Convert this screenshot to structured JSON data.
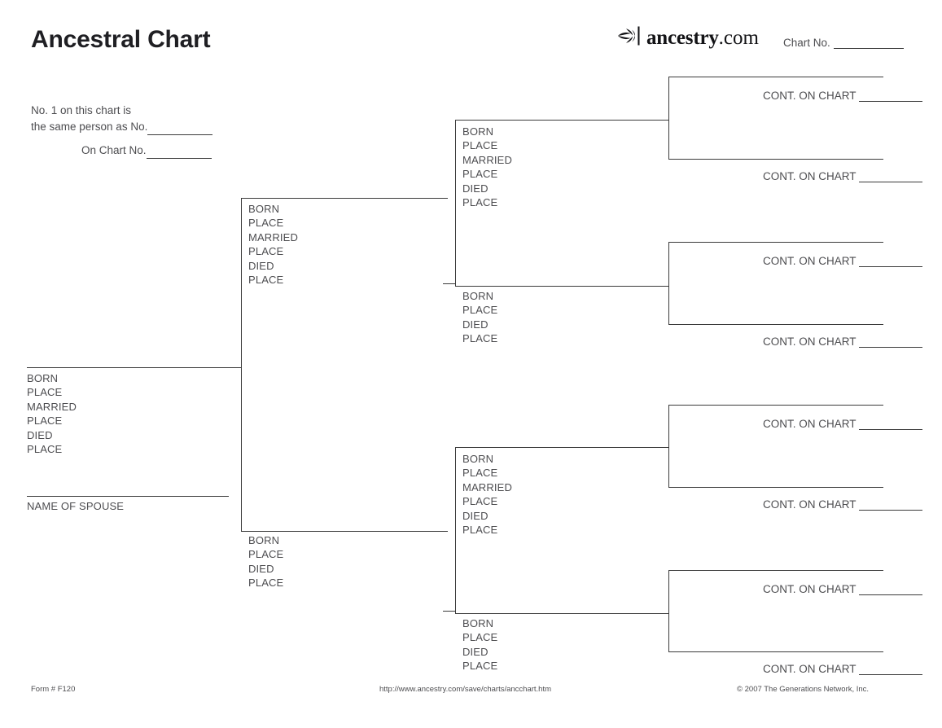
{
  "page": {
    "title": "Ancestral Chart",
    "brand": {
      "name_bold": "ancestry",
      "name_rest": ".com",
      "icon": "ancestry-leaf-logo"
    },
    "chart_no_label": "Chart No."
  },
  "note": {
    "line1": "No. 1 on this chart is",
    "line2": "the same person as No.",
    "line3": "On Chart No."
  },
  "fields": {
    "born": "BORN",
    "place": "PLACE",
    "married": "MARRIED",
    "died": "DIED",
    "spouse": "NAME OF SPOUSE"
  },
  "cont_label": "CONT. ON CHART",
  "persons": {
    "p1": {
      "id": 1,
      "generation": 1,
      "rows": [
        "BORN",
        "PLACE",
        "MARRIED",
        "PLACE",
        "DIED",
        "PLACE"
      ],
      "spouse_label": "NAME OF SPOUSE"
    },
    "p2": {
      "id": 2,
      "generation": 2,
      "rows": [
        "BORN",
        "PLACE",
        "MARRIED",
        "PLACE",
        "DIED",
        "PLACE"
      ]
    },
    "p3": {
      "id": 3,
      "generation": 2,
      "rows": [
        "BORN",
        "PLACE",
        "DIED",
        "PLACE"
      ]
    },
    "p4": {
      "id": 4,
      "generation": 3,
      "rows": [
        "BORN",
        "PLACE",
        "MARRIED",
        "PLACE",
        "DIED",
        "PLACE"
      ]
    },
    "p5": {
      "id": 5,
      "generation": 3,
      "rows": [
        "BORN",
        "PLACE",
        "DIED",
        "PLACE"
      ]
    },
    "p6": {
      "id": 6,
      "generation": 3,
      "rows": [
        "BORN",
        "PLACE",
        "MARRIED",
        "PLACE",
        "DIED",
        "PLACE"
      ]
    },
    "p7": {
      "id": 7,
      "generation": 3,
      "rows": [
        "BORN",
        "PLACE",
        "DIED",
        "PLACE"
      ]
    }
  },
  "continuations": [
    {
      "id": 8,
      "label": "CONT. ON CHART"
    },
    {
      "id": 9,
      "label": "CONT. ON CHART"
    },
    {
      "id": 10,
      "label": "CONT. ON CHART"
    },
    {
      "id": 11,
      "label": "CONT. ON CHART"
    },
    {
      "id": 12,
      "label": "CONT. ON CHART"
    },
    {
      "id": 13,
      "label": "CONT. ON CHART"
    },
    {
      "id": 14,
      "label": "CONT. ON CHART"
    },
    {
      "id": 15,
      "label": "CONT. ON CHART"
    }
  ],
  "footer": {
    "form": "Form # F120",
    "url": "http://www.ancestry.com/save/charts/ancchart.htm",
    "copyright": "© 2007 The Generations Network, Inc."
  },
  "colors": {
    "ink": "#4d4d50",
    "rule": "#3a3a3a",
    "title": "#1f1f23",
    "paper": "#ffffff"
  }
}
